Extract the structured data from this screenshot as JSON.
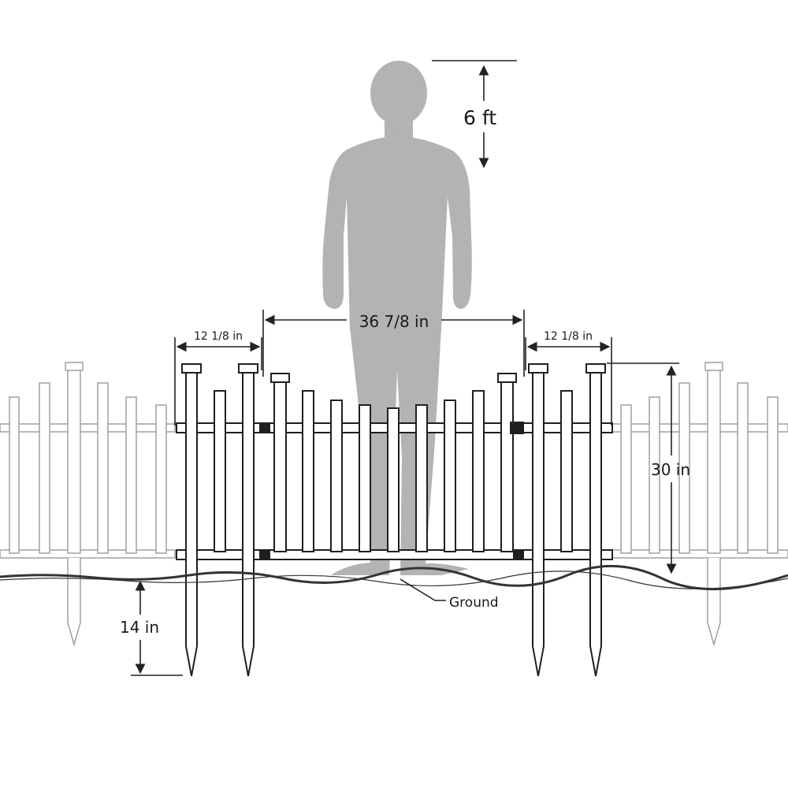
{
  "diagram": {
    "labels": {
      "height_person": "6 ft",
      "width_center": "36 7/8 in",
      "width_left": "12 1/8 in",
      "width_right": "12 1/8 in",
      "height_fence": "30 in",
      "stake_depth": "14 in",
      "ground": "Ground"
    }
  },
  "colors": {
    "person": "#b3b3b3",
    "fence_main": "#1f1f1f",
    "fence_background": "#9a9a9a",
    "ground": "#333333"
  }
}
